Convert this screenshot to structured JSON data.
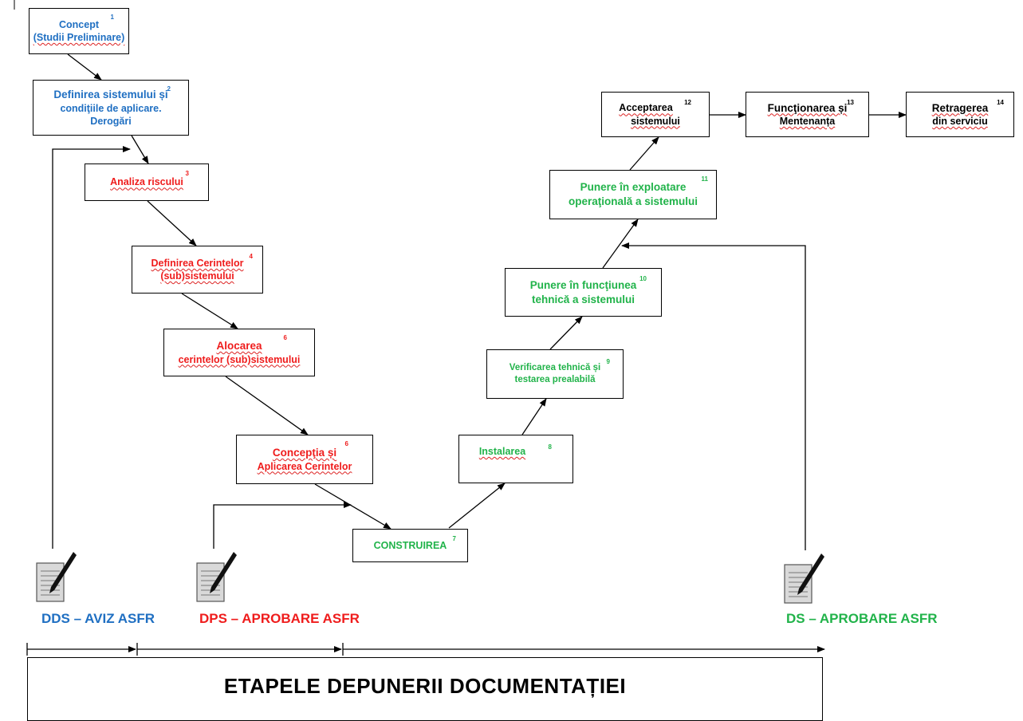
{
  "colors": {
    "blue": "#1f6fc2",
    "red": "#ef1c1c",
    "green": "#21b34a",
    "black": "#000000"
  },
  "boxes": [
    {
      "id": "b1",
      "num": "1",
      "lines": [
        "Concept",
        "(Studii Preliminare)"
      ],
      "color": "blue"
    },
    {
      "id": "b2",
      "num": "2",
      "lines": [
        "Definirea sistemului și",
        "condiţiile de aplicare.",
        "Derogări"
      ],
      "color": "blue"
    },
    {
      "id": "b3",
      "num": "3",
      "lines": [
        "Analiza riscului"
      ],
      "color": "red"
    },
    {
      "id": "b4",
      "num": "4",
      "lines": [
        "Definirea Cerintelor",
        "(sub)sistemului"
      ],
      "color": "red"
    },
    {
      "id": "b5",
      "num": "6",
      "lines": [
        "Alocarea",
        "cerintelor (sub)sistemului"
      ],
      "color": "red"
    },
    {
      "id": "b6",
      "num": "6",
      "lines": [
        "Concepţia și",
        "Aplicarea Cerintelor"
      ],
      "color": "red"
    },
    {
      "id": "b7",
      "num": "7",
      "lines": [
        "CONSTRUIREA"
      ],
      "color": "green"
    },
    {
      "id": "b8",
      "num": "8",
      "lines": [
        "Instalarea"
      ],
      "color": "green"
    },
    {
      "id": "b9",
      "num": "9",
      "lines": [
        "Verificarea tehnică și",
        "testarea prealabilă"
      ],
      "color": "green"
    },
    {
      "id": "b10",
      "num": "10",
      "lines": [
        "Punere în funcţiunea",
        "tehnică a sistemului"
      ],
      "color": "green"
    },
    {
      "id": "b11",
      "num": "11",
      "lines": [
        "Punere în exploatare",
        "operaţională a sistemului"
      ],
      "color": "green"
    },
    {
      "id": "b12",
      "num": "12",
      "lines": [
        "Acceptarea",
        "sistemului"
      ],
      "color": "black"
    },
    {
      "id": "b13",
      "num": "13",
      "lines": [
        "Funcţionarea și",
        "Mentenanța"
      ],
      "color": "black"
    },
    {
      "id": "b14",
      "num": "14",
      "lines": [
        "Retragerea",
        "din serviciu"
      ],
      "color": "black"
    }
  ],
  "stages": {
    "dds": "DDS – AVIZ ASFR",
    "dps": "DPS – APROBARE ASFR",
    "ds": "DS – APROBARE ASFR"
  },
  "doc_icons": [
    "document-pen-icon",
    "document-pen-icon",
    "document-pen-icon"
  ],
  "banner_title": "ETAPELE DEPUNERII DOCUMENTAȚIEI"
}
